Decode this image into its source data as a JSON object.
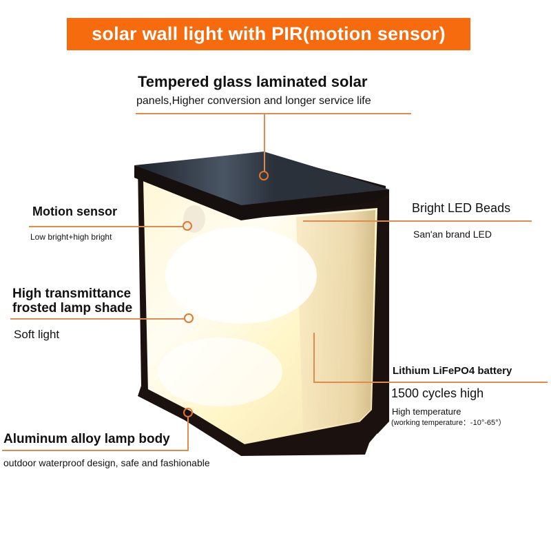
{
  "banner": {
    "title": "solar wall light with PIR(motion sensor)",
    "color": "#f56b0e"
  },
  "callouts": {
    "solar_panel": {
      "title": "Tempered glass laminated solar",
      "desc": "panels,Higher conversion and longer service life"
    },
    "motion_sensor": {
      "title": "Motion sensor",
      "desc": "Low bright+high bright"
    },
    "led_beads": {
      "title": "Bright LED Beads",
      "desc": "San'an brand LED"
    },
    "lamp_shade": {
      "title_line1": "High transmittance",
      "title_line2": "frosted lamp shade",
      "desc": "Soft light"
    },
    "battery": {
      "title": "Lithium LiFePO4 battery",
      "desc1": "1500 cycles high",
      "desc2": "High temperature",
      "desc3": "(working temperature：-10°-65°）"
    },
    "lamp_body": {
      "title": "Aluminum alloy lamp body",
      "desc": "outdoor waterproof design, safe and fashionable"
    }
  },
  "colors": {
    "accent_line": "#e08a4e",
    "marker": "#e4762f"
  }
}
